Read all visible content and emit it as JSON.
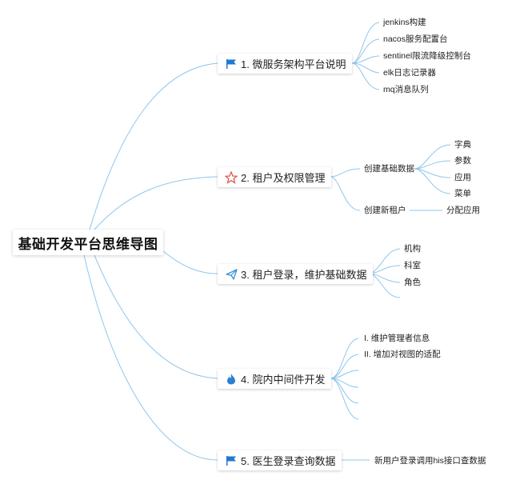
{
  "root": {
    "label": "基础开发平台思维导图"
  },
  "topics": [
    {
      "label": "1. 微服务架构平台说明",
      "icon": "flag-icon",
      "children": [
        "jenkins构建",
        "nacos服务配置台",
        "sentinel限流降级控制台",
        "elk日志记录器",
        "mq消息队列"
      ]
    },
    {
      "label": "2. 租户及权限管理",
      "icon": "star-icon",
      "children": [
        {
          "label": "创建基础数据",
          "children": [
            "字典",
            "参数",
            "应用",
            "菜单"
          ]
        },
        {
          "label": "创建新租户",
          "children": [
            "分配应用"
          ]
        }
      ]
    },
    {
      "label": "3. 租户登录，维护基础数据",
      "icon": "paper-plane-icon",
      "children": [
        "机构",
        "科室",
        "角色"
      ]
    },
    {
      "label": "4. 院内中间件开发",
      "icon": "fire-icon",
      "children": [
        "I. 维护管理者信息",
        "II. 增加对视图的适配",
        "",
        "",
        "",
        ""
      ]
    },
    {
      "label": "5. 医生登录查询数据",
      "icon": "flag-icon",
      "children": [
        "新用户登录调用his接口查数据"
      ]
    }
  ],
  "colors": {
    "line": "#8fc6ea",
    "flag": "#1f79d2",
    "star": "#e05a4f",
    "plane": "#3a8fd8",
    "fire": "#2b7fd4"
  }
}
